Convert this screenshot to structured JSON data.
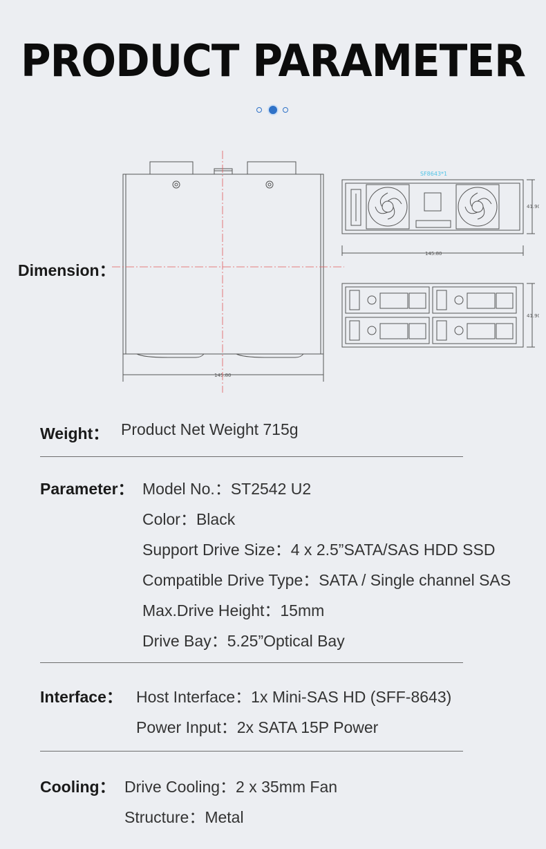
{
  "title": "PRODUCT PARAMETER",
  "pager": {
    "count": 3,
    "active": 1
  },
  "colors": {
    "accent": "#2f72c8",
    "centerline": "#e05a5a",
    "label_cyan": "#4fc3e6"
  },
  "dimension": {
    "label": "Dimension：",
    "front_width": "145.80",
    "side_width": "145.80",
    "side_height": "41.90",
    "top_height": "41.90",
    "connector_label": "SF8643*1"
  },
  "weight": {
    "label": "Weight：",
    "value": "Product Net Weight 715g"
  },
  "parameter": {
    "label": "Parameter：",
    "items": [
      "Model No.：ST2542 U2",
      "Color：Black",
      "Support Drive Size：4 x 2.5”SATA/SAS HDD SSD",
      "Compatible Drive Type：SATA / Single channel SAS",
      "Max.Drive Height：15mm",
      "Drive Bay：5.25”Optical Bay"
    ]
  },
  "interface": {
    "label": "Interface：",
    "items": [
      "Host Interface：1x Mini-SAS HD (SFF-8643)",
      "Power Input：2x SATA 15P Power"
    ]
  },
  "cooling": {
    "label": "Cooling：",
    "items": [
      "Drive Cooling：2 x 35mm Fan",
      "Structure：Metal"
    ]
  }
}
